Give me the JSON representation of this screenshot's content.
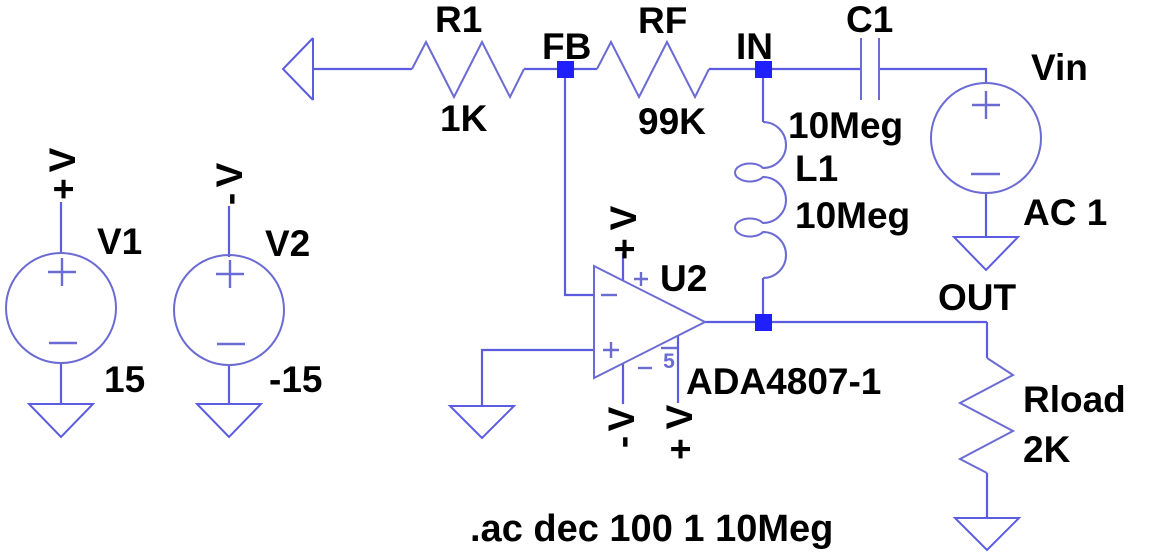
{
  "components": {
    "r1": {
      "name": "R1",
      "value": "1K"
    },
    "rf": {
      "name": "RF",
      "value": "99K"
    },
    "c1": {
      "name": "C1",
      "value": "10Meg"
    },
    "l1": {
      "name": "L1",
      "value": "10Meg"
    },
    "vin": {
      "name": "Vin",
      "value": "AC 1"
    },
    "v1": {
      "name": "V1",
      "value": "15"
    },
    "v2": {
      "name": "V2",
      "value": "-15"
    },
    "u2": {
      "name": "U2",
      "value": "ADA4807-1"
    },
    "rload": {
      "name": "Rload",
      "value": "2K"
    }
  },
  "nets": {
    "fb": "FB",
    "in": "IN",
    "out": "OUT"
  },
  "rails": {
    "letter": "V",
    "plus": "+",
    "minus": "-"
  },
  "opamp": {
    "pd_pin": "5"
  },
  "directive": ".ac dec 100 1 10Meg",
  "colors": {
    "wire": "#5c5ce0",
    "symbol": "#6b6bd4",
    "node_square": "#2020ff",
    "text": "#000000",
    "background": "#ffffff"
  }
}
